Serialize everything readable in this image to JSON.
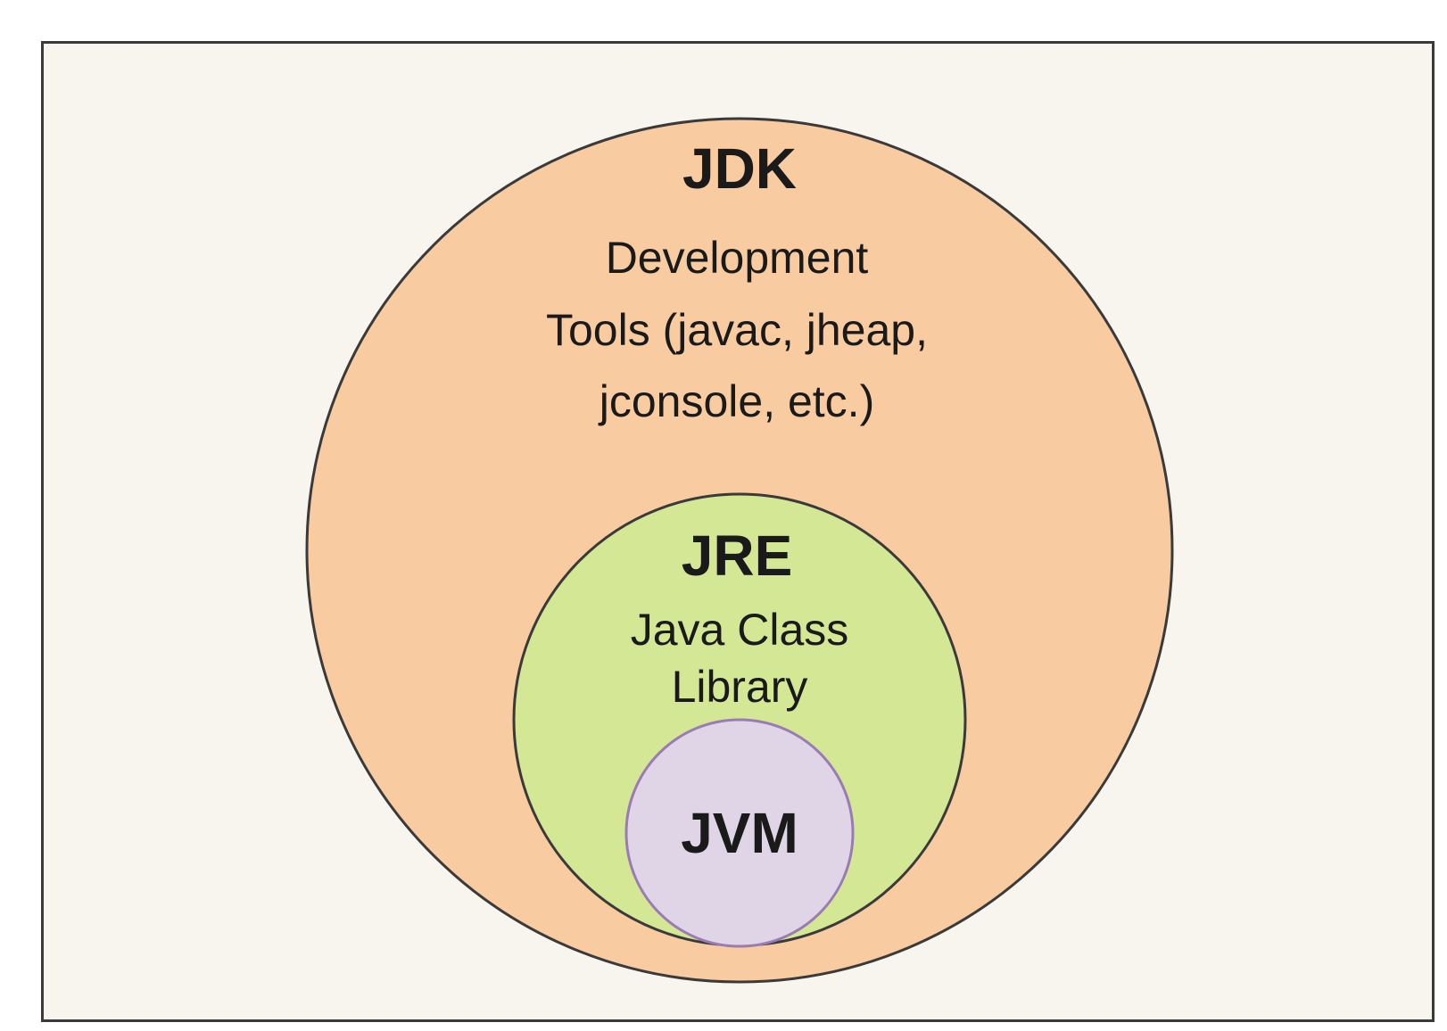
{
  "colors": {
    "background": "#f8f5ee",
    "jdk_fill": "#f8cba0",
    "jre_fill": "#d4e795",
    "jvm_fill": "#e0d5e6",
    "jvm_stroke": "#9b7bb3",
    "stroke": "#3a3a3a"
  },
  "jdk": {
    "title": "JDK",
    "description_lines": [
      "Development",
      "Tools (javac, jheap,",
      "jconsole, etc.)"
    ]
  },
  "jre": {
    "title": "JRE",
    "description_lines": [
      "Java Class",
      "Library"
    ]
  },
  "jvm": {
    "title": "JVM"
  }
}
